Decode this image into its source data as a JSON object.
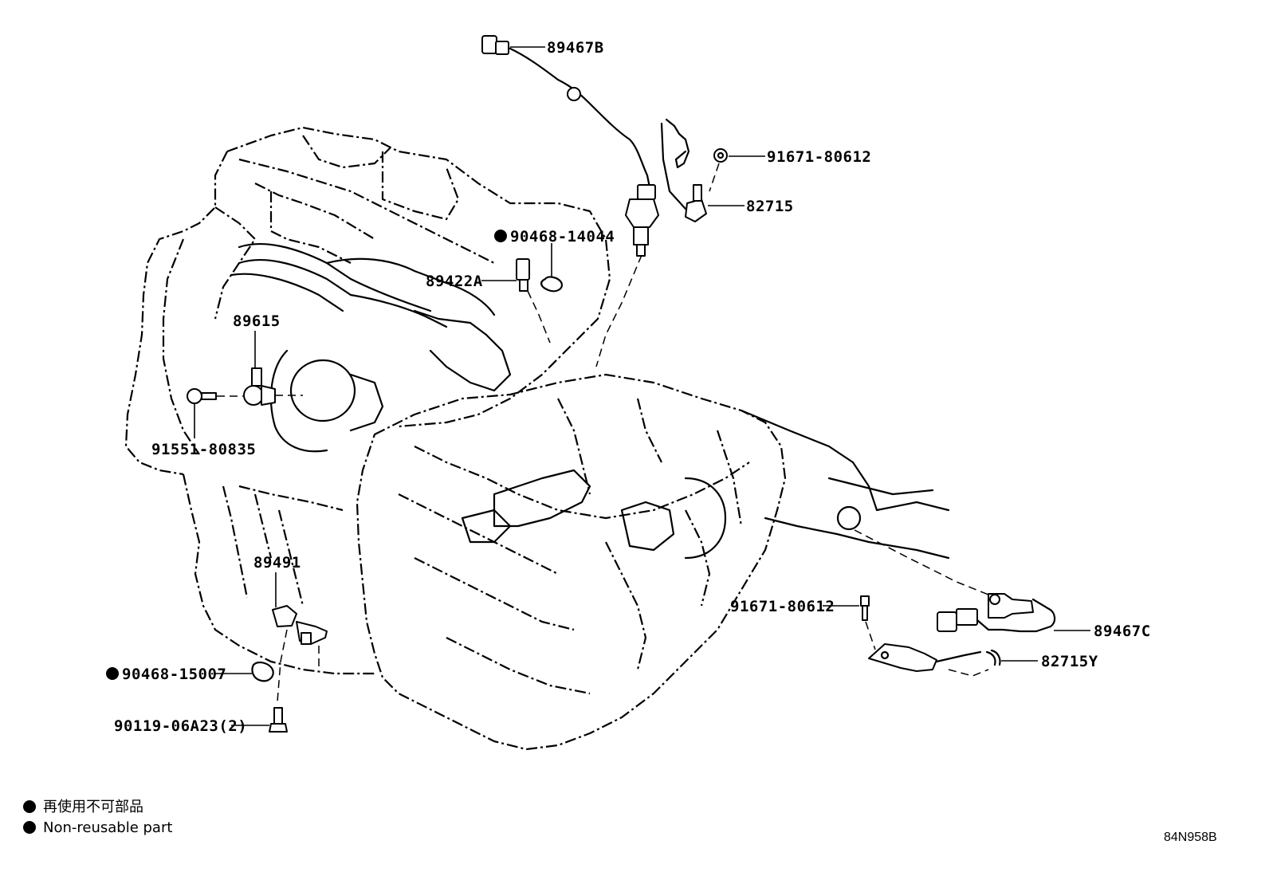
{
  "parts": {
    "p89467B": "89467B",
    "p91671_80612_top": "91671-80612",
    "p82715": "82715",
    "p90468_14044": "90468-14044",
    "p89422A": "89422A",
    "p89615": "89615",
    "p91551_80835": "91551-80835",
    "p89491": "89491",
    "p90468_15007": "90468-15007",
    "p90119_06A23": "90119-06A23(2)",
    "p91671_80612_bottom": "91671-80612",
    "p89467C": "89467C",
    "p82715Y": "82715Y"
  },
  "legend": {
    "line_jp": "再使用不可部品",
    "line_en": "Non-reusable part"
  },
  "diagram_code": "84N958B"
}
